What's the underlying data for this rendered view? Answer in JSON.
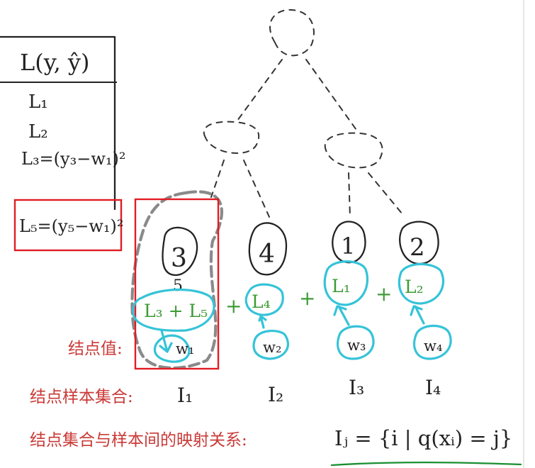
{
  "loss_table": {
    "header": "L(y, ŷ)",
    "rows": [
      "L₁",
      "L₂",
      "L₃=(y₃−w₁)²"
    ],
    "highlighted_row": "L₅=(y₅−w₁)²"
  },
  "leaves": [
    {
      "node": "3",
      "node_sub": "5",
      "loss": "L₃ + L₅",
      "weight": "w₁",
      "set": "I₁"
    },
    {
      "node": "4",
      "node_sub": "",
      "loss": "L₄",
      "weight": "w₂",
      "set": "I₂"
    },
    {
      "node": "1",
      "node_sub": "",
      "loss": "L₁",
      "weight": "w₃",
      "set": "I₃"
    },
    {
      "node": "2",
      "node_sub": "",
      "loss": "L₂",
      "weight": "w₄",
      "set": "I₄"
    }
  ],
  "plus_sign": "+",
  "labels": {
    "node_value": "结点值:",
    "node_sample_set": "结点样本集合:",
    "mapping": "结点集合与样本间的映射关系:",
    "mapping_formula": "Iⱼ = {i | q(xᵢ) = j}"
  },
  "colors": {
    "ink": "#222222",
    "green": "#3d9b35",
    "blue": "#35c3d8",
    "red_annotation": "#c93a37",
    "red_box": "#e11c24"
  }
}
